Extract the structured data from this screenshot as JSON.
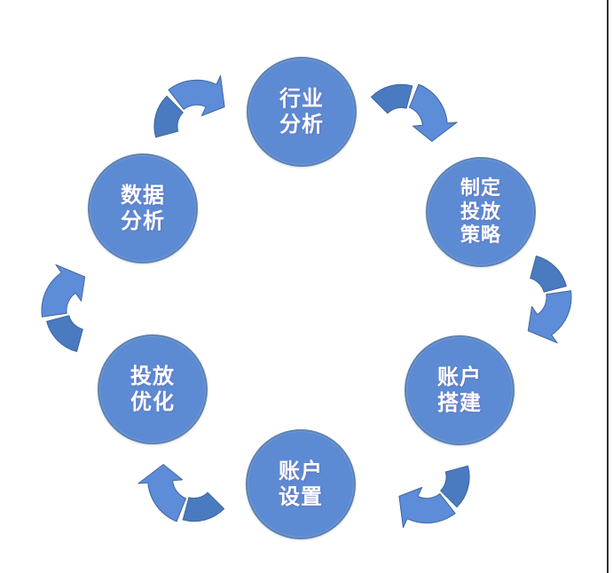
{
  "colors": {
    "page_bg": "#ffffff",
    "edge_line": "#2f2f2f",
    "circle_fill": "#5c8bd4",
    "circle_border": "#5e82b0",
    "arrow_dark": "#4a7abf",
    "arrow_light": "#5d8cd8",
    "arrow_outline": "#40679f",
    "label_text": "#ffffff"
  },
  "diagram": {
    "type": "cycle-diagram",
    "direction": "clockwise",
    "steps": [
      {
        "name": "industry-analysis",
        "position": "top",
        "lines": [
          "行业",
          "分析"
        ]
      },
      {
        "name": "set-delivery-strategy",
        "position": "top-right",
        "lines": [
          "制定",
          "投放",
          "策略"
        ]
      },
      {
        "name": "account-build",
        "position": "bottom-right",
        "lines": [
          "账户",
          "搭建"
        ]
      },
      {
        "name": "account-setup",
        "position": "bottom",
        "lines": [
          "账户",
          "设置"
        ]
      },
      {
        "name": "delivery-optimization",
        "position": "bottom-left",
        "lines": [
          "投放",
          "优化"
        ]
      },
      {
        "name": "data-analysis",
        "position": "top-left",
        "lines": [
          "数据",
          "分析"
        ]
      }
    ]
  }
}
